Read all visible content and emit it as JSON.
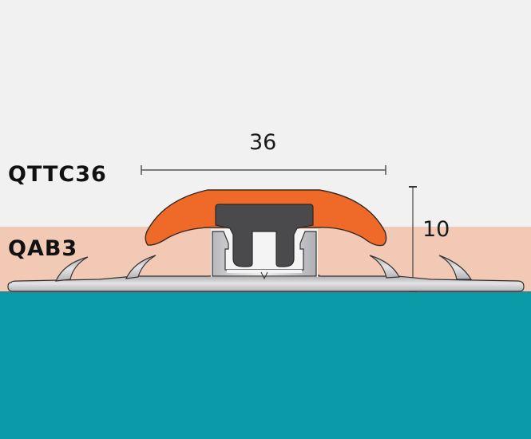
{
  "labels": {
    "top_profile": "QTTC36",
    "base_profile": "QAB3"
  },
  "dimensions": {
    "width": "36",
    "height": "10"
  },
  "colors": {
    "background": "#f1f1f1",
    "underlay_band": "#f2c9b4",
    "floor": "#0b9aa8",
    "cap_orange": "#ef6a28",
    "insert_dark": "#4a4a4c",
    "aluminium": "#c9c9cc",
    "outline": "#333333"
  }
}
